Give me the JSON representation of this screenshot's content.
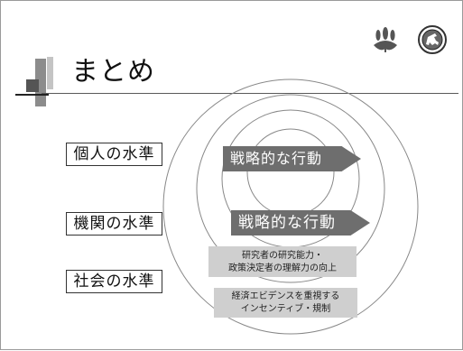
{
  "slide": {
    "title": "まとめ",
    "levels": [
      "個人の水準",
      "機関の水準",
      "社会の水準"
    ],
    "arrows": [
      "戦略的な行動",
      "戦略的な行動"
    ],
    "info_boxes": [
      {
        "line1": "研究者の研究能力・",
        "line2": "政策決定者の理解力の向上"
      },
      {
        "line1": "経済エビデンスを重視する",
        "line2": "インセンティブ・規制"
      }
    ]
  },
  "logos": [
    "paulownia-crest-icon",
    "horse-seal-icon"
  ],
  "colors": {
    "arrow": "#6e6e6e",
    "info_box": "#cfcfcf",
    "frame": "#9a9a9a"
  }
}
